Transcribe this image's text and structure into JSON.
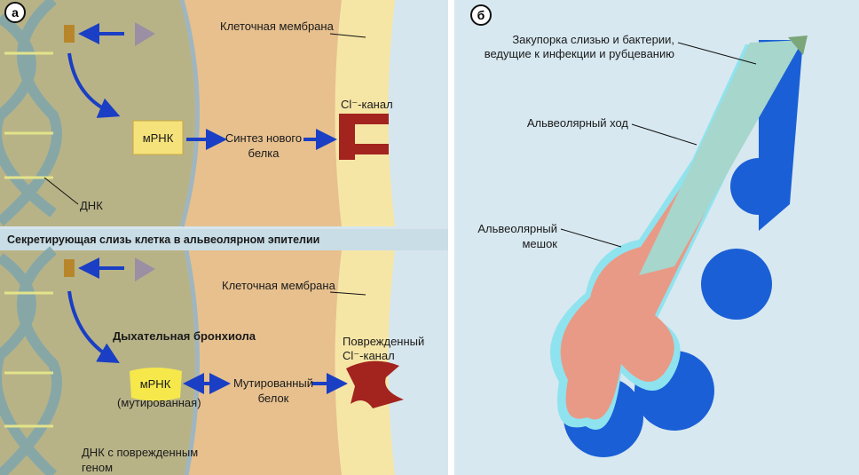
{
  "panel_a": {
    "badge": "а",
    "top": {
      "membrane_label": "Клеточная мембрана",
      "mrna_label": "мРНК",
      "synthesis_label_1": "Синтез нового",
      "synthesis_label_2": "белка",
      "channel_label": "Cl⁻-канал",
      "dna_label": "ДНК"
    },
    "banner": "Секретирующая слизь клетка в альвеолярном эпителии",
    "bottom": {
      "membrane_label": "Клеточная мембрана",
      "bronchiole_label": "Дыхательная бронхиола",
      "mrna_label": "мРНК",
      "mrna_sub": "(мутированная)",
      "protein_label_1": "Мутированный",
      "protein_label_2": "белок",
      "channel_label_1": "Поврежденный",
      "channel_label_2": "Cl⁻-канал",
      "dna_label_1": "ДНК с поврежденным",
      "dna_label_2": "геном"
    }
  },
  "panel_b": {
    "badge": "б",
    "plug_label_1": "Закупорка слизью и бактерии,",
    "plug_label_2": "ведущие к инфекции и рубцеванию",
    "duct_label": "Альвеолярный ход",
    "sac_label_1": "Альвеолярный",
    "sac_label_2": "мешок"
  }
}
